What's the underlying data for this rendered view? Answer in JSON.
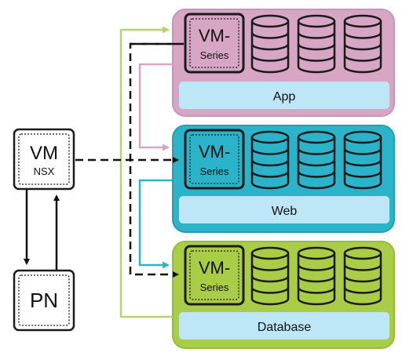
{
  "nodes": {
    "vm_nsx": {
      "line1": "VM",
      "line2": "NSX"
    },
    "pn": {
      "label": "PN"
    }
  },
  "vm_series": {
    "line1": "VM-",
    "line2": "Series"
  },
  "tiers": [
    {
      "key": "app",
      "label": "App",
      "color": "#d6a6c4",
      "fill": "#d6a6c4",
      "db_fill": "#d6a6c4",
      "label_bar": "#bde6f6"
    },
    {
      "key": "web",
      "label": "Web",
      "color": "#2bb3c9",
      "fill": "#2bb3c9",
      "db_fill": "#2bb3c9",
      "label_bar": "#bde6f6"
    },
    {
      "key": "database",
      "label": "Database",
      "color": "#a9cd47",
      "fill": "#a9cd47",
      "db_fill": "#a9cd47",
      "label_bar": "#bde6f6"
    }
  ],
  "colors": {
    "dark_border": "#1a1a1a",
    "arrow_black": "#111111",
    "green_line": "#b6d36a",
    "pink_line": "#d6a6c4",
    "teal_line": "#2bb3c9"
  }
}
